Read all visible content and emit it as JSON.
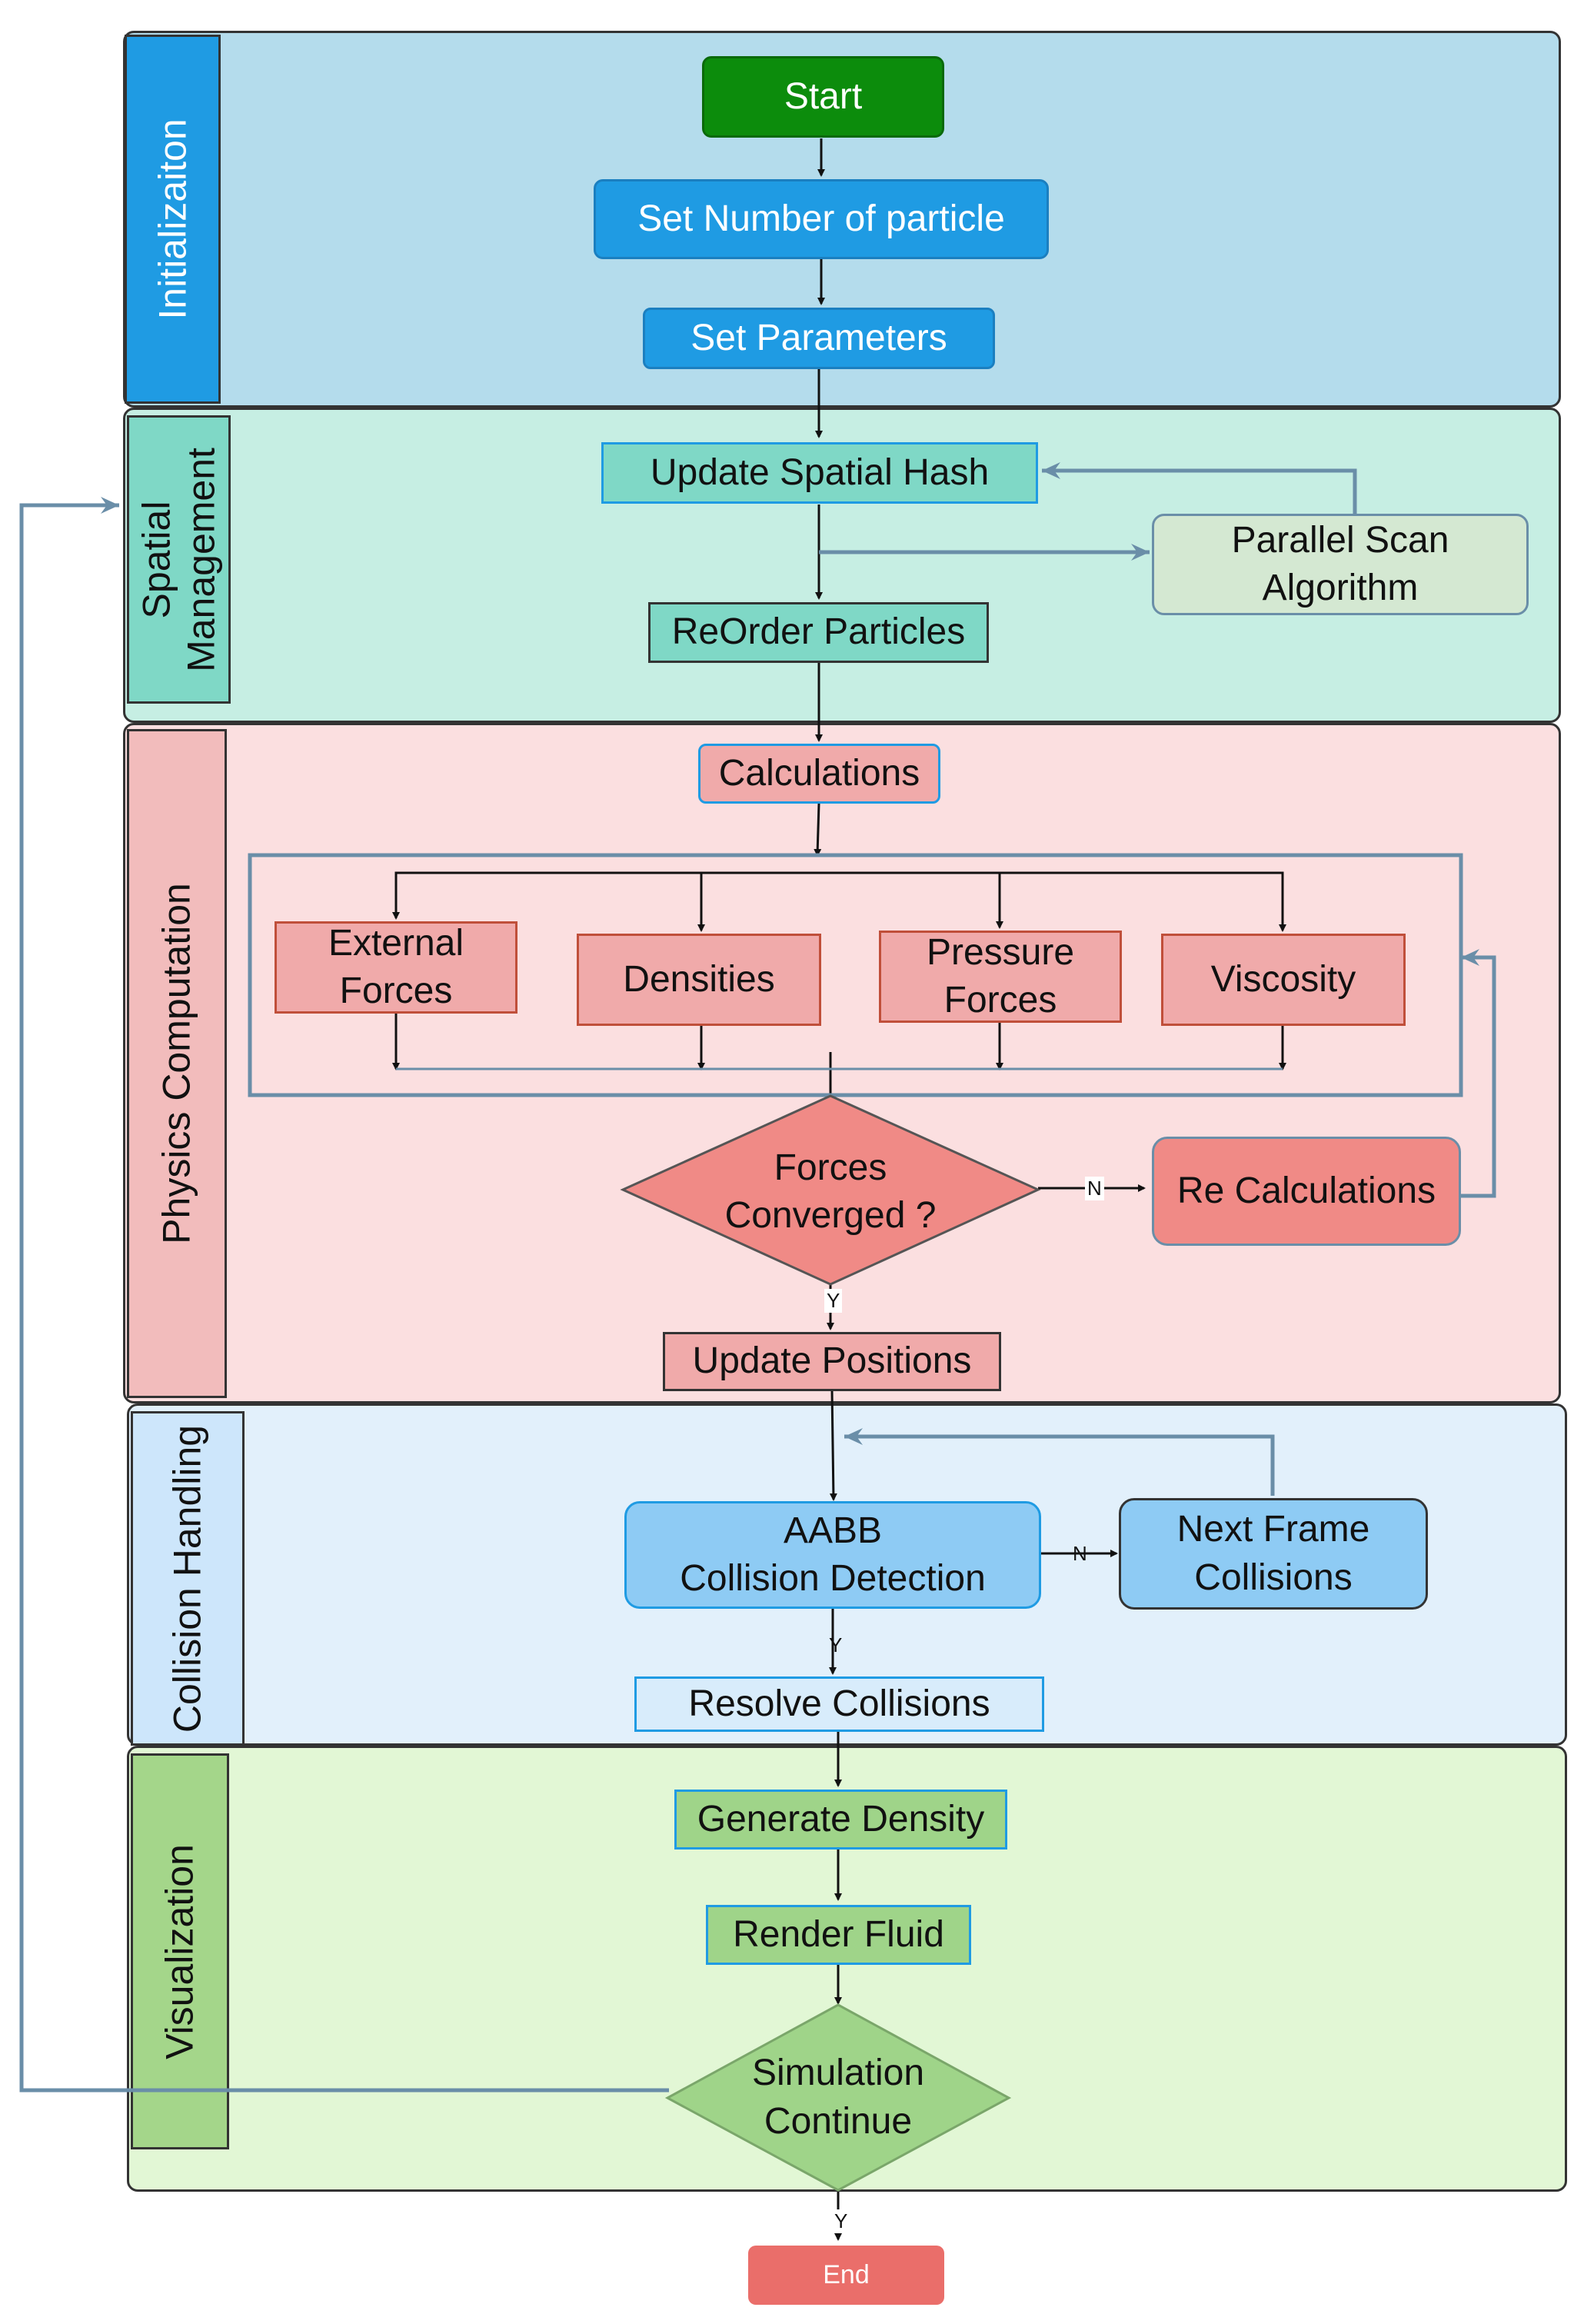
{
  "lanes": {
    "initialization": "Initializaiton",
    "spatial": "Spatial\nManagement",
    "physics": "Physics Computation",
    "collision": "Collision Handling",
    "visualization": "Visualization"
  },
  "nodes": {
    "start": "Start",
    "set_number": "Set Number of particle",
    "set_params": "Set Parameters",
    "update_hash": "Update Spatial Hash",
    "parallel_scan": "Parallel Scan\nAlgorithm",
    "reorder": "ReOrder Particles",
    "calculations": "Calculations",
    "external_forces": "External\nForces",
    "densities": "Densities",
    "pressure_forces": "Pressure\nForces",
    "viscosity": "Viscosity",
    "forces_converged": "Forces\nConverged ?",
    "re_calculations": "Re Calculations",
    "update_positions": "Update Positions",
    "aabb": "AABB\nCollision Detection",
    "next_frame": "Next Frame\nCollisions",
    "resolve": "Resolve Collisions",
    "generate_density": "Generate Density",
    "render_fluid": "Render Fluid",
    "sim_continue": "Simulation\nContinue",
    "end": "End"
  },
  "edge_labels": {
    "forces_no": "N",
    "forces_yes": "Y",
    "aabb_no": "N",
    "aabb_yes": "Y",
    "sim_yes": "Y"
  },
  "colors": {
    "init_bg": "#b4dcec",
    "init_label": "#1f9be3",
    "spatial_bg": "#c6eee3",
    "spatial_label": "#7fd8c6",
    "physics_bg": "#fbdfe0",
    "physics_label": "#f2bcbc",
    "collision_bg": "#e2f0fb",
    "collision_label": "#cde6fb",
    "vis_bg": "#e2f7d5",
    "vis_label": "#a4d68a",
    "start": "#0c8c0c",
    "blue_box": "#1f9be3",
    "teal_box": "#7fd8c6",
    "pink_box": "#f0aaaa",
    "red_box": "#f08a86",
    "light_blue_box": "#8ecbf4",
    "green_box": "#9fd489",
    "end": "#ea6e6a",
    "arrow_blue": "#6a8ea8"
  }
}
